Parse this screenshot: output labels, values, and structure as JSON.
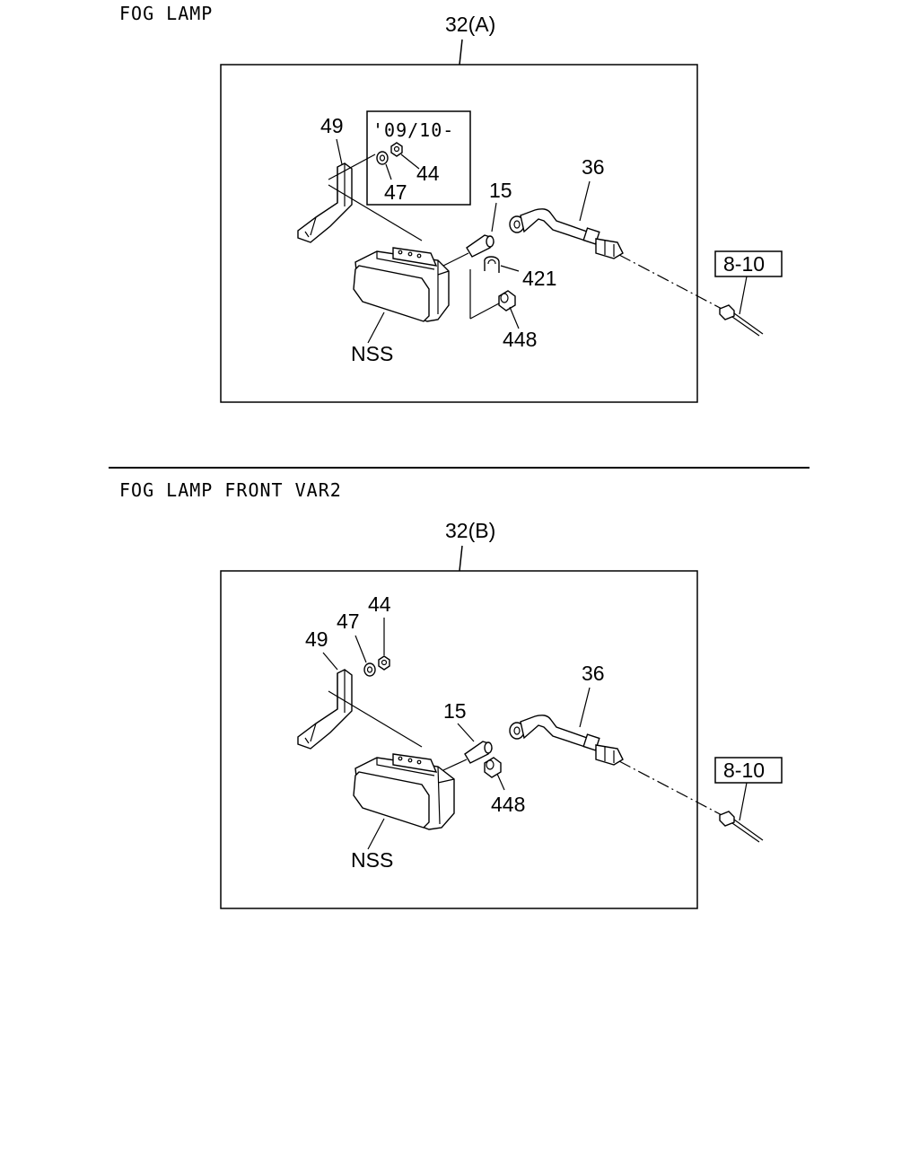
{
  "sections": [
    {
      "title": "FOG LAMP",
      "frame_label": "32(A)",
      "inset_label": "'09/10-",
      "callouts": {
        "bracket": "49",
        "washer": "47",
        "nut": "44",
        "bulb": "15",
        "clip": "421",
        "socket": "448",
        "harness": "36",
        "ref": "8-10",
        "lamp": "NSS"
      }
    },
    {
      "title": "FOG LAMP FRONT VAR2",
      "frame_label": "32(B)",
      "callouts": {
        "bracket": "49",
        "washer": "47",
        "nut": "44",
        "bulb": "15",
        "socket": "448",
        "harness": "36",
        "ref": "8-10",
        "lamp": "NSS"
      }
    }
  ]
}
